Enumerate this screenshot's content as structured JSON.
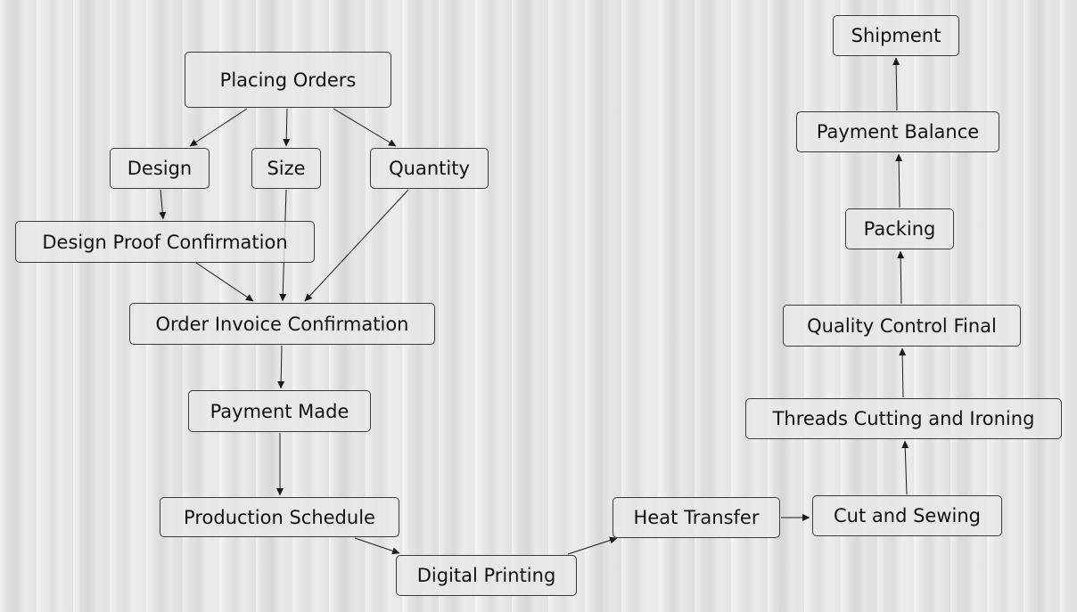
{
  "diagram": {
    "nodes": {
      "placing_orders": "Placing Orders",
      "design": "Design",
      "size": "Size",
      "quantity": "Quantity",
      "design_proof": "Design Proof Confirmation",
      "order_invoice": "Order Invoice Confirmation",
      "payment_made": "Payment Made",
      "production_schedule": "Production Schedule",
      "digital_printing": "Digital Printing",
      "heat_transfer": "Heat Transfer",
      "cut_and_sewing": "Cut and Sewing",
      "threads_cutting": "Threads Cutting and Ironing",
      "quality_control": "Quality Control Final",
      "packing": "Packing",
      "payment_balance": "Payment Balance",
      "shipment": "Shipment"
    },
    "edges": [
      [
        "placing_orders",
        "design"
      ],
      [
        "placing_orders",
        "size"
      ],
      [
        "placing_orders",
        "quantity"
      ],
      [
        "design",
        "design_proof"
      ],
      [
        "design_proof",
        "order_invoice"
      ],
      [
        "size",
        "order_invoice"
      ],
      [
        "quantity",
        "order_invoice"
      ],
      [
        "order_invoice",
        "payment_made"
      ],
      [
        "payment_made",
        "production_schedule"
      ],
      [
        "production_schedule",
        "digital_printing"
      ],
      [
        "digital_printing",
        "heat_transfer"
      ],
      [
        "heat_transfer",
        "cut_and_sewing"
      ],
      [
        "cut_and_sewing",
        "threads_cutting"
      ],
      [
        "threads_cutting",
        "quality_control"
      ],
      [
        "quality_control",
        "packing"
      ],
      [
        "packing",
        "payment_balance"
      ],
      [
        "payment_balance",
        "shipment"
      ]
    ],
    "colors": {
      "line": "#1a1a1a",
      "node_border": "#3a3a3a",
      "text": "#111111"
    }
  }
}
